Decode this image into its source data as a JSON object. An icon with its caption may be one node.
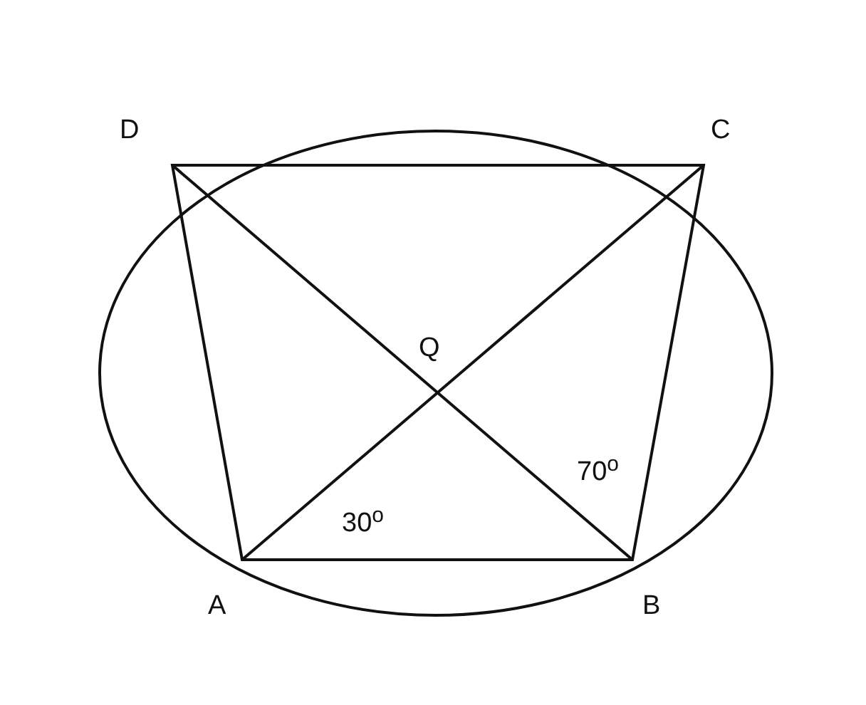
{
  "diagram": {
    "labels": [
      "D",
      "C",
      "Q",
      "70$^{o}$",
      "30$^{o}$",
      "A",
      "B"
    ]
  }
}
